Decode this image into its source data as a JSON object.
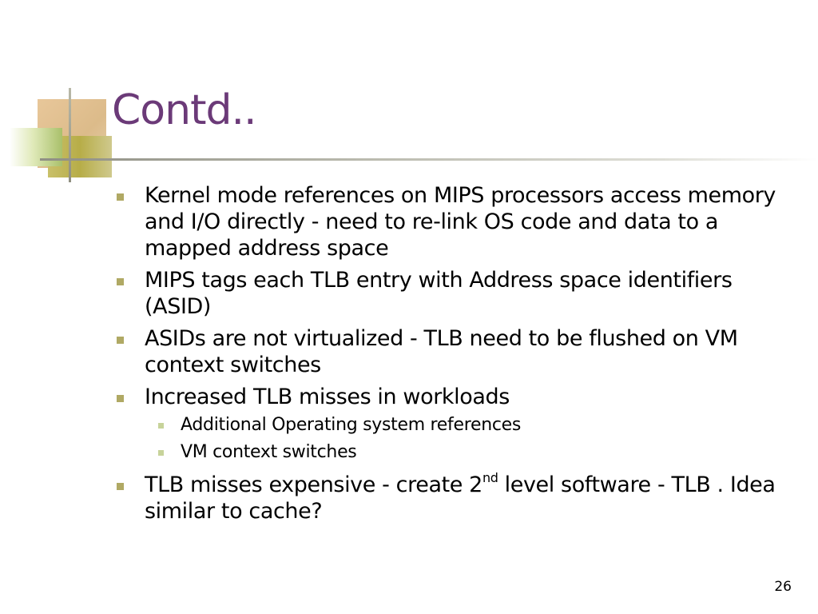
{
  "slide": {
    "title": "Contd..",
    "page_number": "26",
    "accent_colors": {
      "title": "#6b3a78",
      "bullet": "#b0a964",
      "sub_bullet": "#c7d39a"
    },
    "bullets": [
      {
        "text": "Kernel mode references on MIPS processors access memory and I/O directly - need to re-link OS code and data to a mapped address space"
      },
      {
        "text": "MIPS tags each TLB entry with Address space identifiers (ASID)"
      },
      {
        "text": "ASIDs are not virtualized - TLB need to be flushed on VM context switches"
      },
      {
        "text": "Increased TLB misses in workloads",
        "sub_bullets": [
          "Additional Operating system references",
          "VM context switches"
        ]
      },
      {
        "text_before": "TLB misses expensive  - create 2",
        "superscript": "nd",
        "text_after": " level software - TLB . Idea similar to cache?"
      }
    ]
  }
}
